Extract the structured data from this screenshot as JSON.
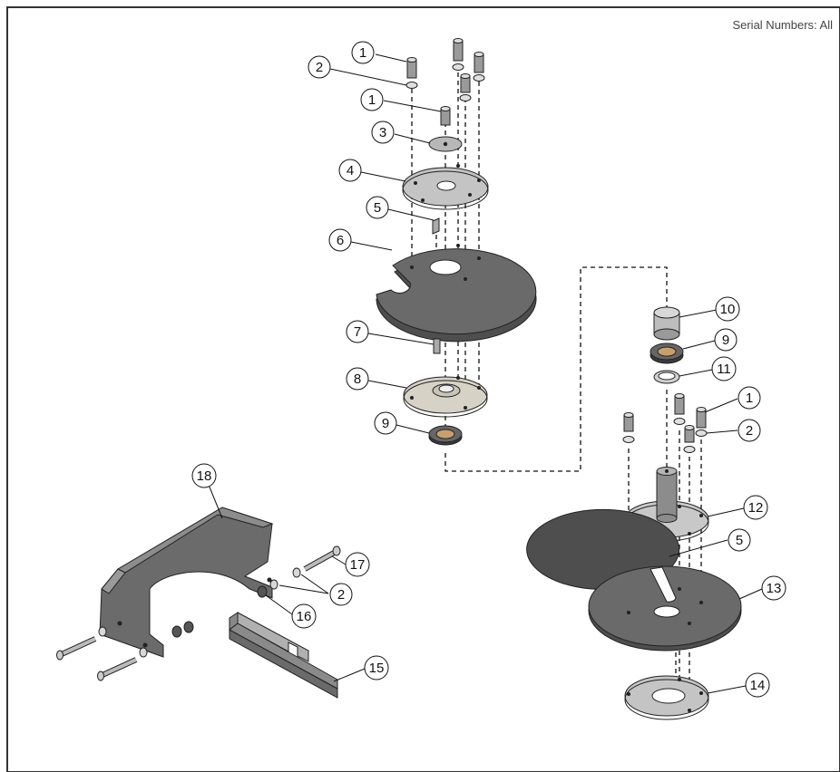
{
  "header": {
    "serial_label": "Serial Numbers: All"
  },
  "callouts": {
    "c1": "1",
    "c2": "2",
    "c3": "3",
    "c4": "4",
    "c5": "5",
    "c6": "6",
    "c7": "7",
    "c8": "8",
    "c9": "9",
    "c10": "10",
    "c11": "11",
    "c12": "12",
    "c13": "13",
    "c14": "14",
    "c15": "15",
    "c16": "16",
    "c17": "17",
    "c18": "18"
  },
  "colors": {
    "part_dark": "#5a5a5a",
    "part_mid": "#8a8a8a",
    "part_light": "#c8c8c8",
    "line": "#111111"
  }
}
